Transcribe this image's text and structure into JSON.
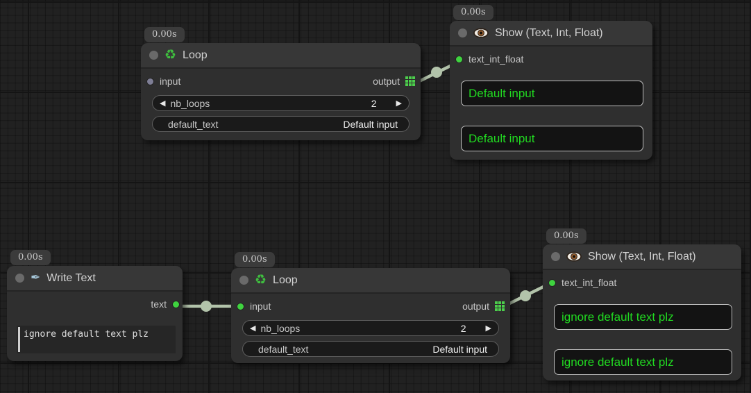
{
  "icons": {
    "left_arrow": "◀",
    "right_arrow": "▶",
    "recycle": "♻",
    "pen": "✒"
  },
  "colors": {
    "wire": "#b2c3aa",
    "slot_connected_green": "#3fd33f",
    "slot_unconnected_gray": "#7e7e95",
    "show_value_green": "#21d921",
    "output_grid_green": "#4ccf4c"
  },
  "nodes": {
    "loop1": {
      "badge": "0.00s",
      "title": "Loop",
      "input_label": "input",
      "output_label": "output",
      "widgets": {
        "nb_loops": {
          "name": "nb_loops",
          "value": "2"
        },
        "default_text": {
          "name": "default_text",
          "value": "Default input"
        }
      }
    },
    "show1": {
      "badge": "0.00s",
      "title": "Show (Text, Int, Float)",
      "input_label": "text_int_float",
      "box1": "Default input",
      "box2": "Default input"
    },
    "write1": {
      "badge": "0.00s",
      "title": "Write Text",
      "output_label": "text",
      "text_value": "ignore default text plz"
    },
    "loop2": {
      "badge": "0.00s",
      "title": "Loop",
      "input_label": "input",
      "output_label": "output",
      "widgets": {
        "nb_loops": {
          "name": "nb_loops",
          "value": "2"
        },
        "default_text": {
          "name": "default_text",
          "value": "Default input"
        }
      }
    },
    "show2": {
      "badge": "0.00s",
      "title": "Show (Text, Int, Float)",
      "input_label": "text_int_float",
      "box1": "ignore default text plz",
      "box2": "ignore default text plz"
    }
  }
}
